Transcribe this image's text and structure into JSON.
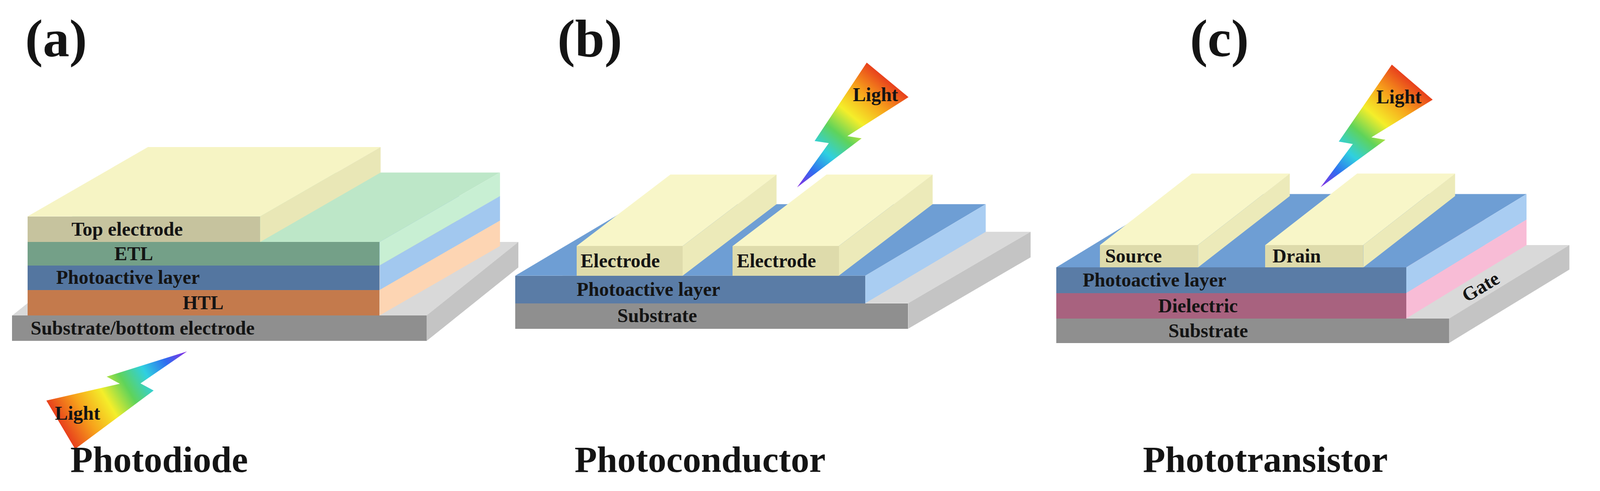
{
  "diagram": {
    "nodes": [
      {
        "text": [
          "Top electrode"
        ]
      },
      {
        "text": [
          "ETL"
        ]
      },
      {
        "text": [
          "Photoactive layer"
        ]
      },
      {
        "text": [
          "HTL"
        ]
      },
      {
        "text": [
          "Substrate/bottom electrode"
        ]
      },
      {
        "text": [
          "Electrode"
        ]
      },
      {
        "text": [
          "Electrode"
        ]
      },
      {
        "text": [
          "Photoactive layer"
        ]
      },
      {
        "text": [
          "Substrate"
        ]
      },
      {
        "text": [
          "Source"
        ]
      },
      {
        "text": [
          "Drain"
        ]
      },
      {
        "text": [
          "Photoactive layer"
        ]
      },
      {
        "text": [
          "Dielectric"
        ]
      },
      {
        "text": [
          "Substrate"
        ]
      }
    ],
    "labels": [
      "(a)",
      "(b)",
      "(c)",
      "Light",
      "Light",
      "Light",
      "Gate",
      "Photodiode",
      "Photoconductor",
      "Phototransistor"
    ]
  }
}
